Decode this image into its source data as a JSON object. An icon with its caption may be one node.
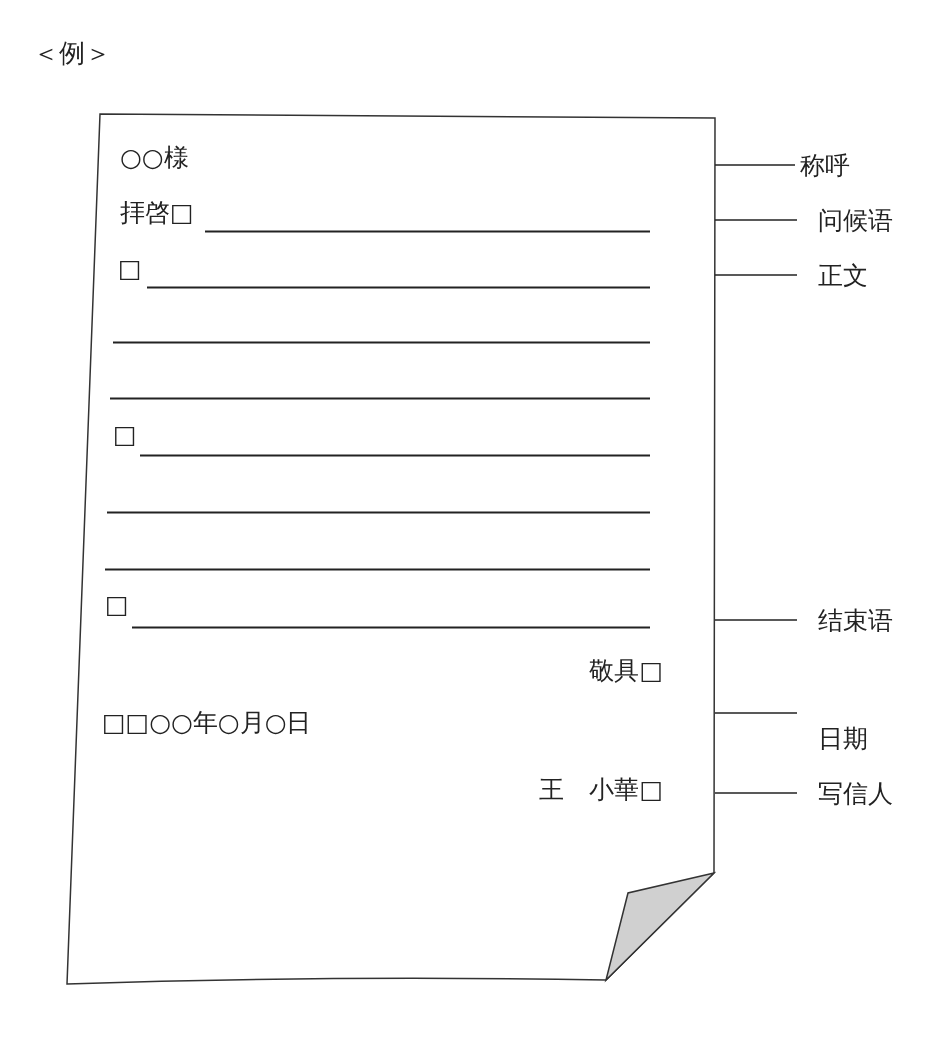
{
  "diagram": {
    "title": "＜例＞",
    "nodes": [
      {
        "text": [],
        "shape": "box"
      },
      {
        "text": [
          "○○様"
        ],
        "in": 0
      },
      {
        "text": [
          "拝啓□"
        ],
        "in": 0
      },
      {
        "text": [
          "□"
        ],
        "in": 0
      },
      {
        "text": [
          "□"
        ],
        "in": 0
      },
      {
        "text": [
          "□"
        ],
        "in": 0
      },
      {
        "text": [
          "敬具□"
        ],
        "in": 0
      },
      {
        "text": [
          "□□○○年○月○日"
        ],
        "in": 0
      },
      {
        "text": [
          "王　小華□"
        ],
        "in": 0
      },
      {
        "text": [
          "称呼"
        ]
      },
      {
        "text": [
          "问候语"
        ]
      },
      {
        "text": [
          "正文"
        ]
      },
      {
        "text": [
          "结束语"
        ]
      },
      {
        "text": [
          "日期"
        ]
      },
      {
        "text": [
          "写信人"
        ]
      }
    ],
    "edges": [
      {
        "from": 9,
        "to": 0,
        "arrow": "none"
      },
      {
        "from": 10,
        "to": 0,
        "arrow": "none"
      },
      {
        "from": 11,
        "to": 0,
        "arrow": "none"
      },
      {
        "from": 12,
        "to": 0,
        "arrow": "none"
      },
      {
        "from": 13,
        "to": 0,
        "arrow": "none"
      },
      {
        "from": 14,
        "to": 0,
        "arrow": "none"
      }
    ]
  }
}
